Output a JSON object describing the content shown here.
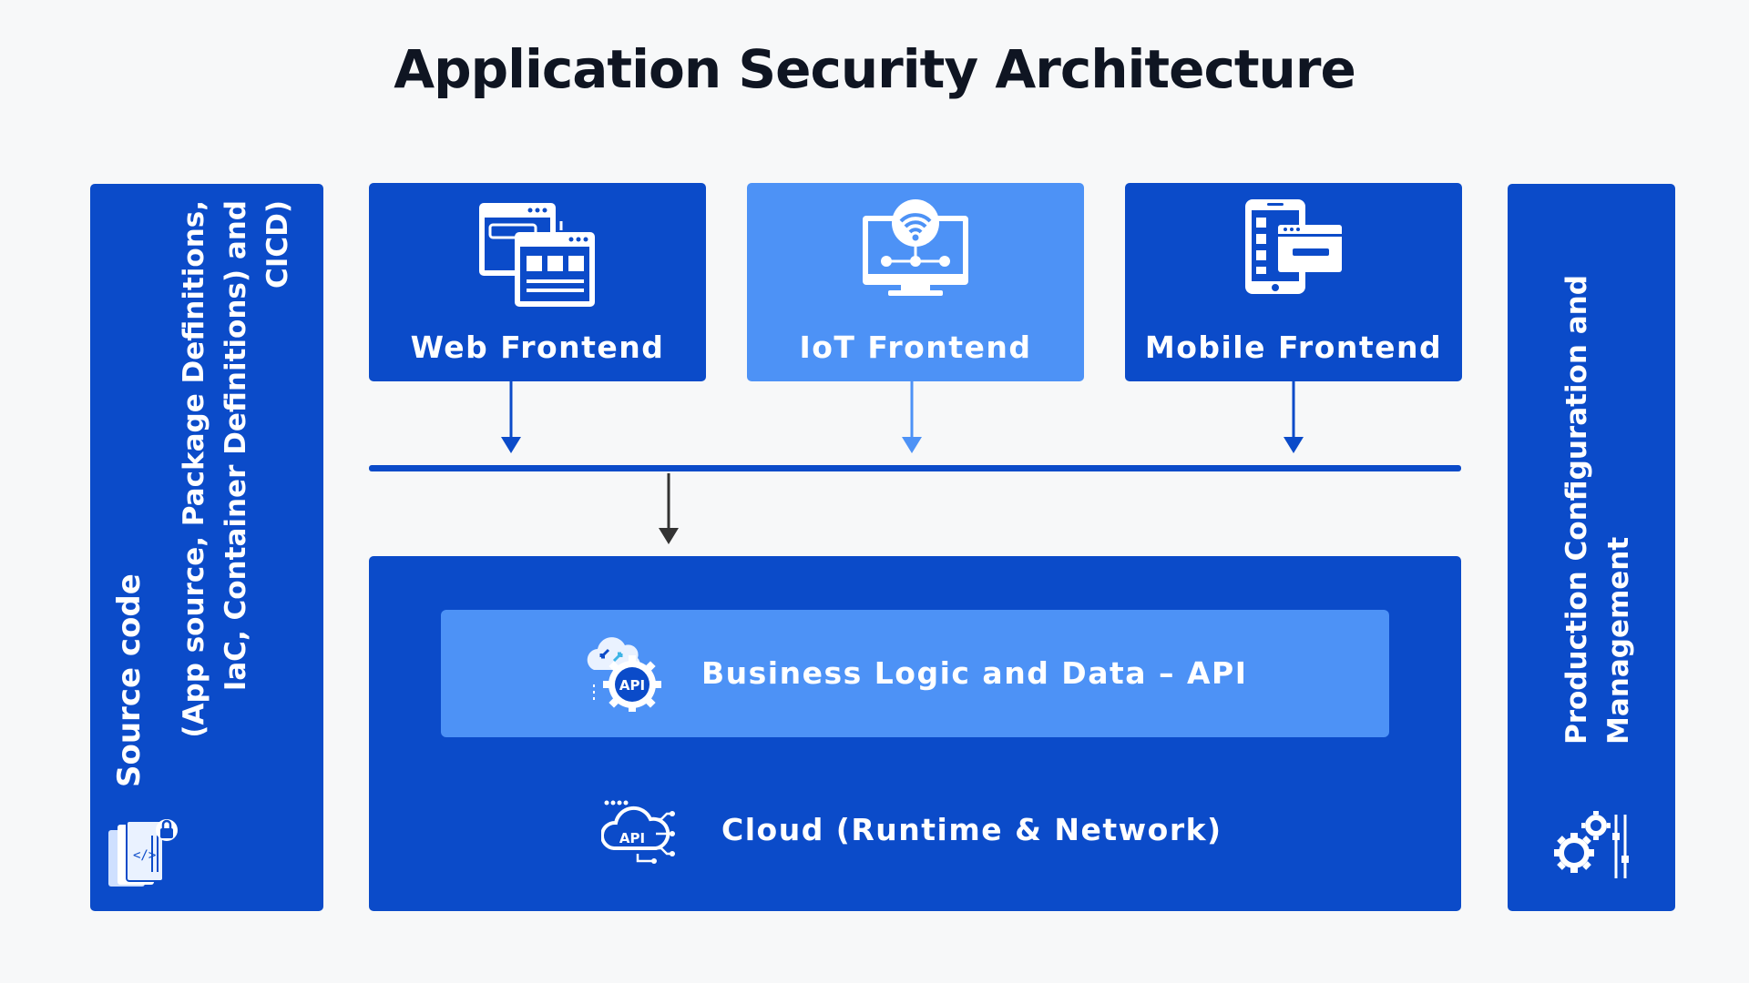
{
  "title": "Application Security Architecture",
  "source_panel": {
    "title": "Source code",
    "subtitle_lines": [
      "(App source, Package Definitions,",
      "IaC, Container Definitions) and",
      "CICD)"
    ],
    "icon": "code-files-lock-icon"
  },
  "production_panel": {
    "lines": [
      "Production Configuration and",
      "Management"
    ],
    "icon": "gears-settings-icon"
  },
  "frontends": [
    {
      "label": "Web Frontend",
      "icon": "browser-windows-icon"
    },
    {
      "label": "IoT Frontend",
      "icon": "iot-monitor-icon"
    },
    {
      "label": "Mobile Frontend",
      "icon": "mobile-app-icon"
    }
  ],
  "api_layer": {
    "label": "Business Logic and Data – API",
    "icon": "api-cloud-gear-icon"
  },
  "cloud_layer": {
    "label": "Cloud (Runtime & Network)",
    "icon": "cloud-api-circuit-icon"
  },
  "colors": {
    "dark_blue": "#0b4bc9",
    "light_blue": "#4d92f6",
    "background": "#f7f8f9",
    "title": "#0f1522",
    "connector_dark": "#333333"
  }
}
